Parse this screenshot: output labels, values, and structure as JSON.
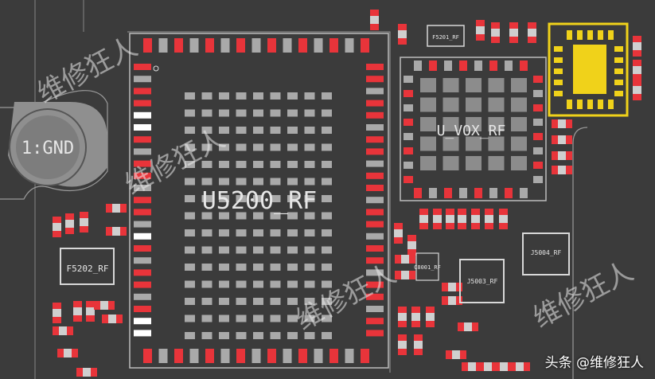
{
  "board": {
    "labels": {
      "main_ic": "U5200_RF",
      "vox_ic": "U_VOX_RF",
      "gnd": "1:GND",
      "f5202": "F5202_RF",
      "f5201": "F5201_RF",
      "j5003": "J5003_RF",
      "j5004": "J5004_RF",
      "c8001": "C8001_RF"
    },
    "watermark": "维修狂人",
    "footer": "头条 @维修狂人"
  },
  "colors": {
    "background": "#3b3b3b",
    "pad_red": "#e8343a",
    "pad_gray": "#a9a9a9",
    "silkscreen": "#e6e6e6",
    "highlight": "#f0d21a"
  }
}
